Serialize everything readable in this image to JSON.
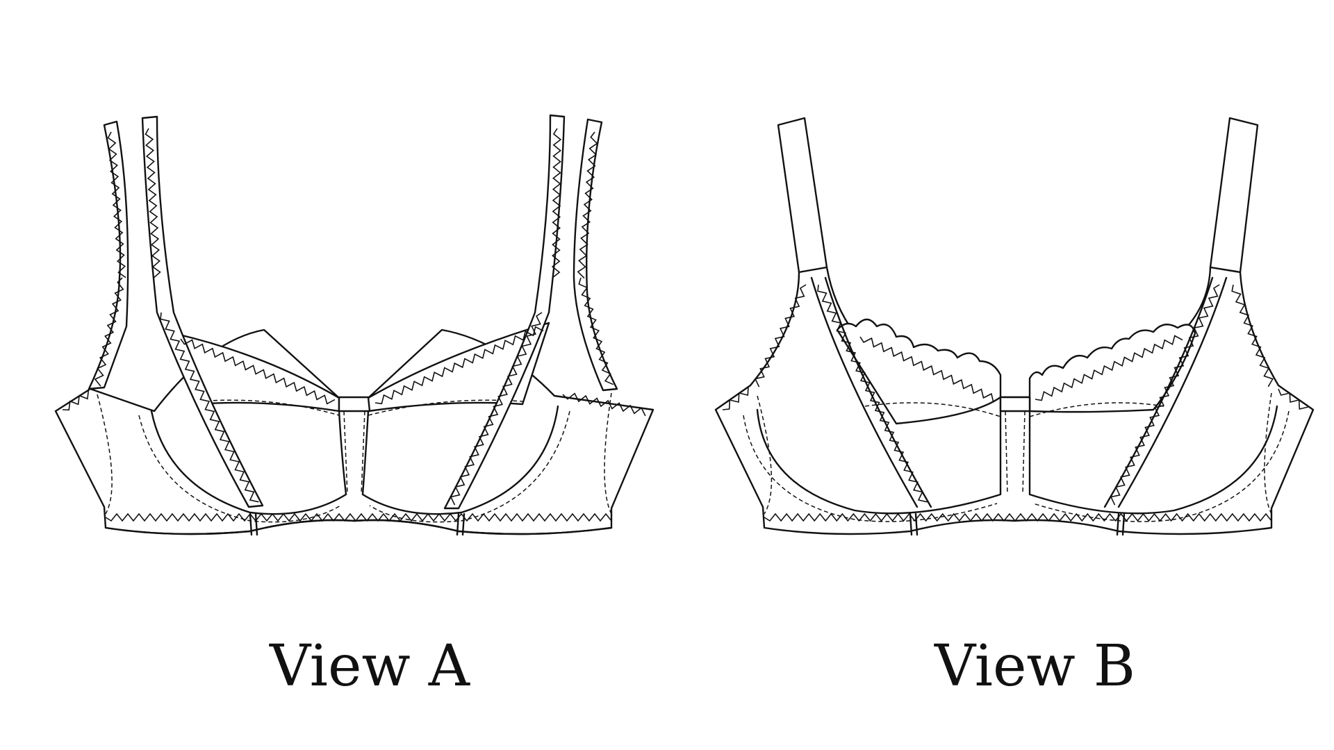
{
  "figures": [
    {
      "id": "a",
      "label": "View A"
    },
    {
      "id": "b",
      "label": "View B"
    }
  ],
  "colors": {
    "line": "#111111",
    "background": "#ffffff"
  }
}
